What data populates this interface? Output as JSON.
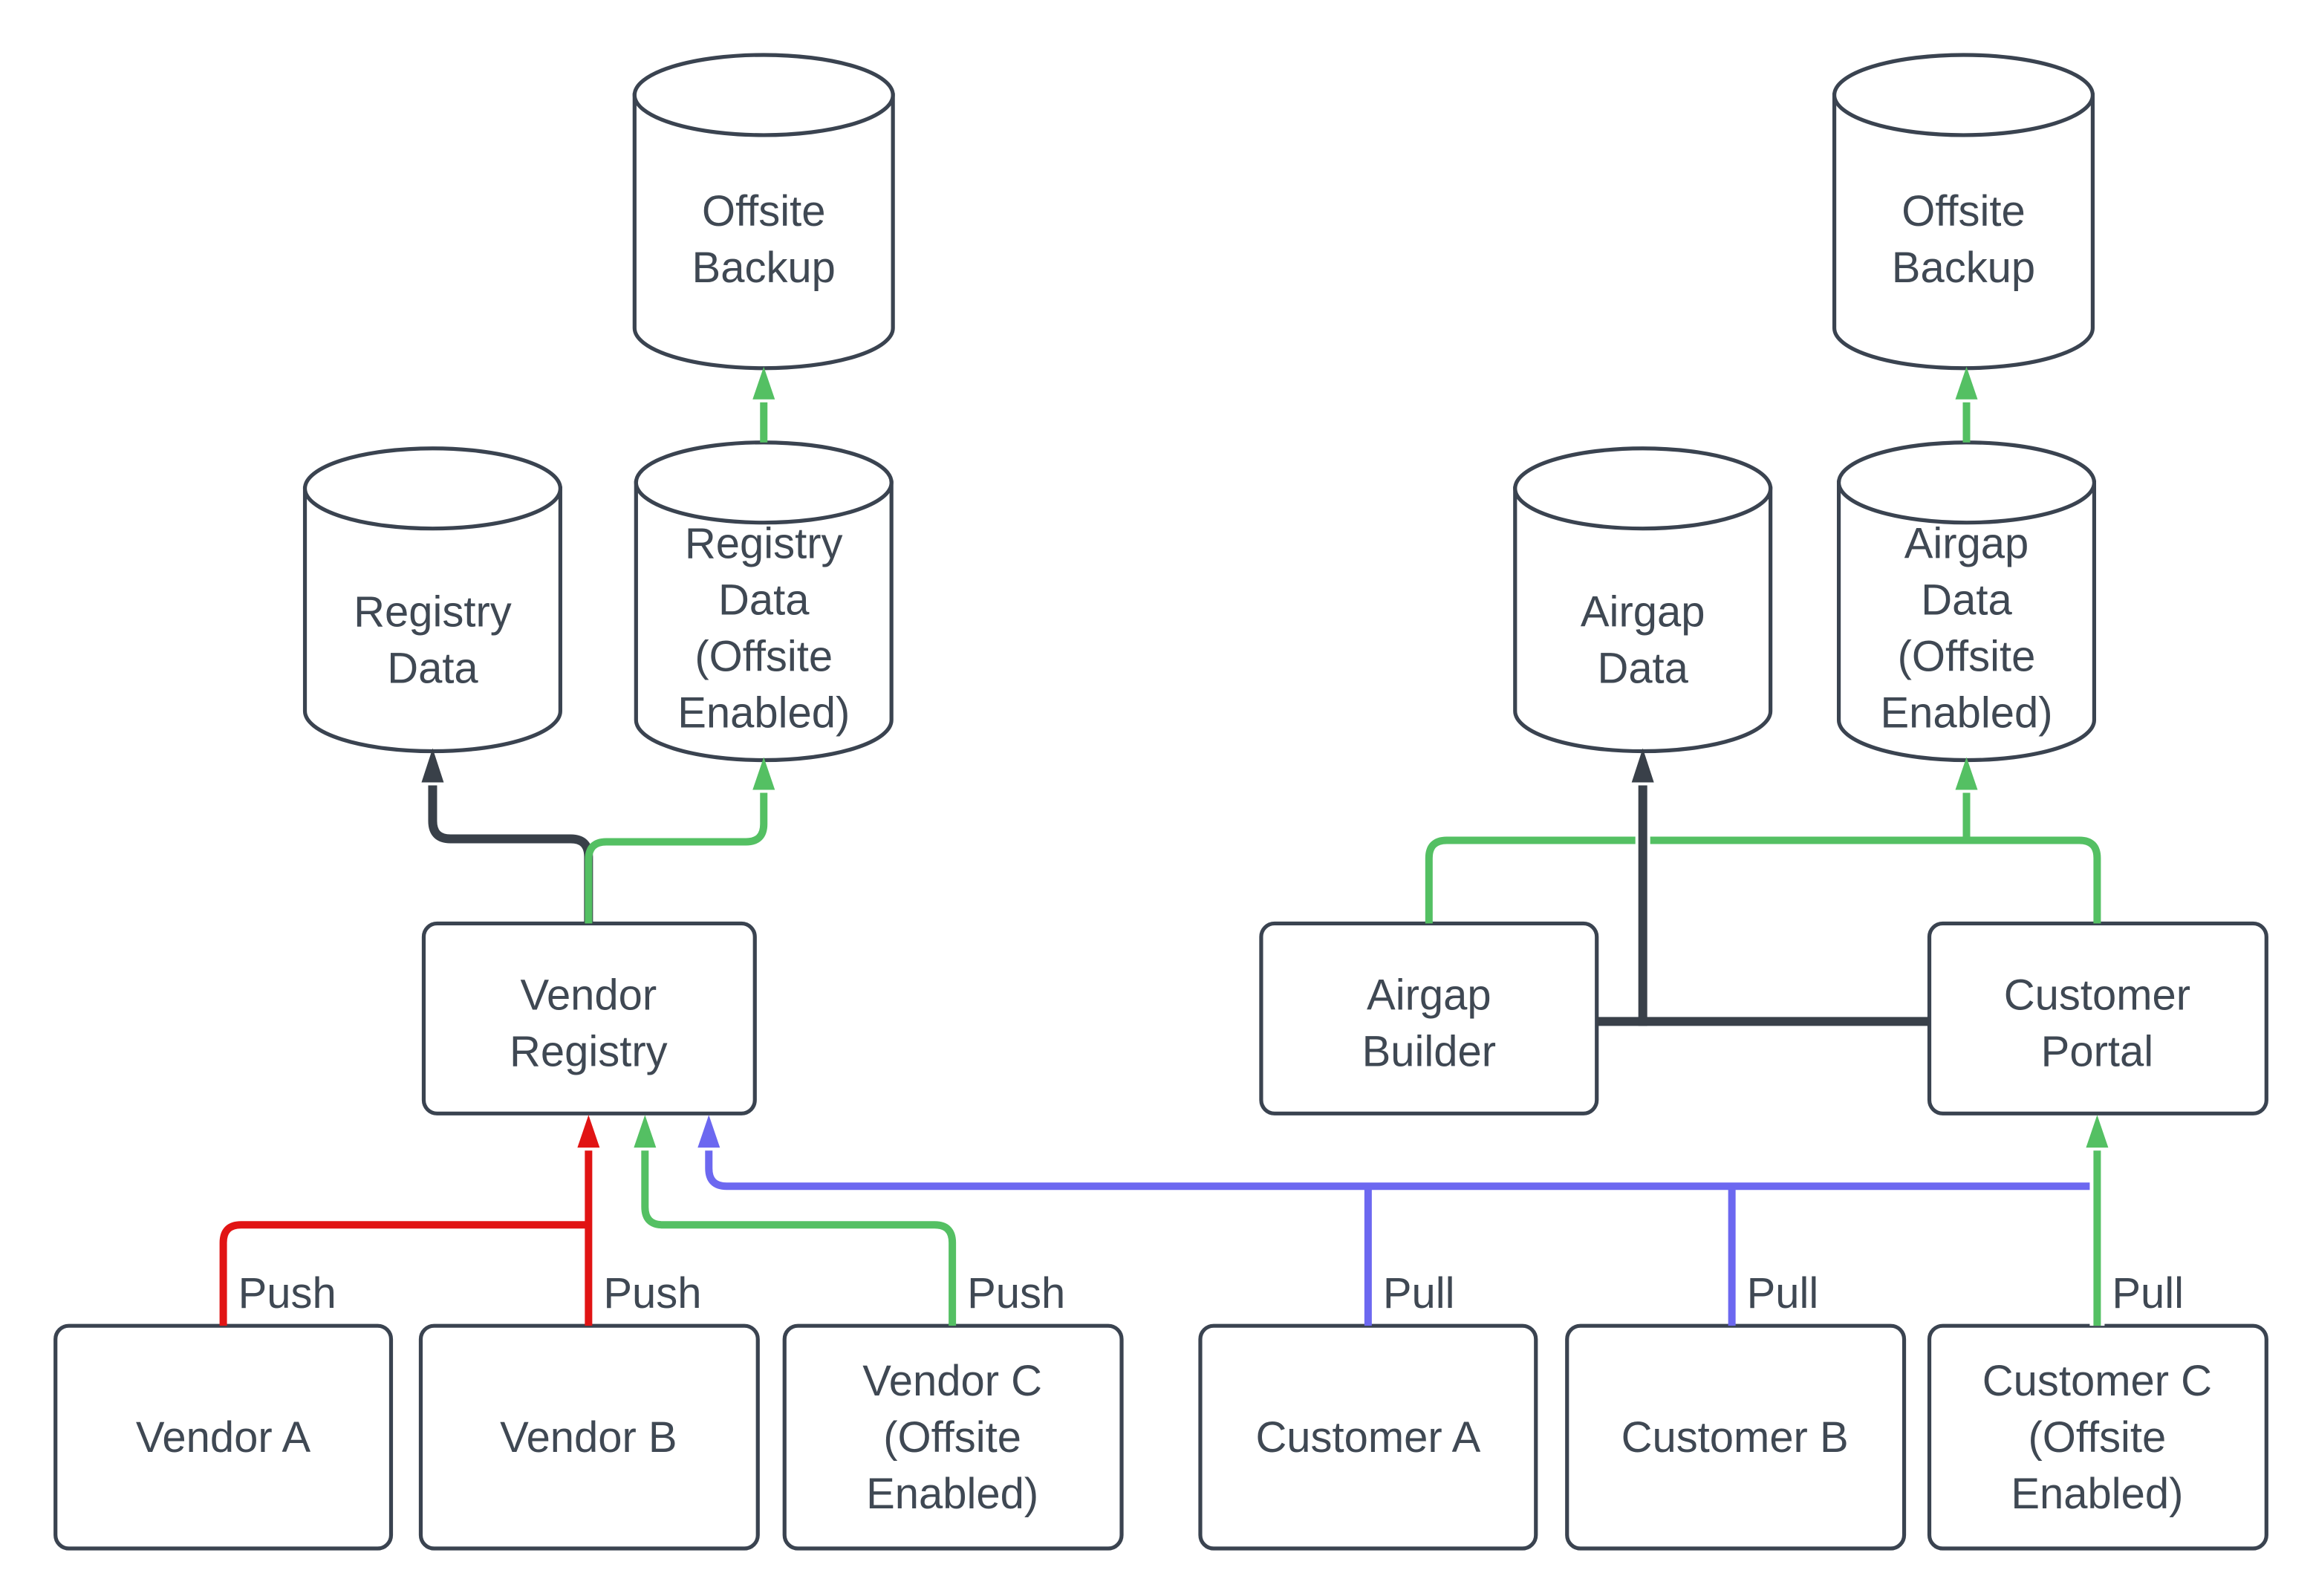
{
  "title": "Vendor registry and customer airgap data flow diagram",
  "colors": {
    "background": "#ffffff",
    "node_border": "#3A4350",
    "text": "#3F4853",
    "dark_edge": "#394049",
    "green_edge": "#54C063",
    "red_edge": "#E11414",
    "blue_edge": "#6C68F0"
  },
  "nodes": {
    "offsite_backup_left": {
      "type": "cylinder",
      "lines": [
        "Offsite",
        "Backup"
      ]
    },
    "registry_data": {
      "type": "cylinder",
      "lines": [
        "Registry",
        "Data"
      ]
    },
    "registry_data_offsite": {
      "type": "cylinder",
      "lines": [
        "Registry",
        "Data",
        "(Offsite",
        "Enabled)"
      ]
    },
    "airgap_data": {
      "type": "cylinder",
      "lines": [
        "Airgap",
        "Data"
      ]
    },
    "airgap_data_offsite": {
      "type": "cylinder",
      "lines": [
        "Airgap",
        "Data",
        "(Offsite",
        "Enabled)"
      ]
    },
    "offsite_backup_right": {
      "type": "cylinder",
      "lines": [
        "Offsite",
        "Backup"
      ]
    },
    "vendor_registry": {
      "type": "box",
      "lines": [
        "Vendor",
        "Registry"
      ]
    },
    "airgap_builder": {
      "type": "box",
      "lines": [
        "Airgap",
        "Builder"
      ]
    },
    "customer_portal": {
      "type": "box",
      "lines": [
        "Customer",
        "Portal"
      ]
    },
    "vendor_a": {
      "type": "box",
      "lines": [
        "Vendor A"
      ]
    },
    "vendor_b": {
      "type": "box",
      "lines": [
        "Vendor B"
      ]
    },
    "vendor_c": {
      "type": "box",
      "lines": [
        "Vendor C",
        "(Offsite",
        "Enabled)"
      ]
    },
    "customer_a": {
      "type": "box",
      "lines": [
        "Customer A"
      ]
    },
    "customer_b": {
      "type": "box",
      "lines": [
        "Customer B"
      ]
    },
    "customer_c": {
      "type": "box",
      "lines": [
        "Customer C",
        "(Offsite",
        "Enabled)"
      ]
    }
  },
  "edge_labels": {
    "vendor_a_push": "Push",
    "vendor_b_push": "Push",
    "vendor_c_push": "Push",
    "customer_a_pull": "Pull",
    "customer_b_pull": "Pull",
    "customer_c_pull": "Pull"
  },
  "edges": [
    {
      "from": "vendor_a",
      "to": "vendor_registry",
      "label": "Push",
      "color": "red"
    },
    {
      "from": "vendor_b",
      "to": "vendor_registry",
      "label": "Push",
      "color": "red"
    },
    {
      "from": "vendor_c",
      "to": "vendor_registry",
      "label": "Push",
      "color": "green"
    },
    {
      "from": "customer_a",
      "to": "vendor_registry",
      "label": "Pull",
      "color": "blue"
    },
    {
      "from": "customer_b",
      "to": "vendor_registry",
      "label": "Pull",
      "color": "blue"
    },
    {
      "from": "customer_c",
      "to": "customer_portal",
      "label": "Pull",
      "color": "green"
    },
    {
      "from": "vendor_registry",
      "to": "registry_data",
      "color": "dark"
    },
    {
      "from": "vendor_registry",
      "to": "registry_data_offsite",
      "color": "green"
    },
    {
      "from": "registry_data_offsite",
      "to": "offsite_backup_left",
      "color": "green"
    },
    {
      "from": "airgap_builder",
      "to": "airgap_data",
      "color": "dark"
    },
    {
      "from": "customer_portal",
      "to": "airgap_data",
      "color": "dark"
    },
    {
      "from": "airgap_builder",
      "to": "customer_portal",
      "color": "green"
    },
    {
      "from": "airgap_builder_customer_portal_junction",
      "to": "airgap_data_offsite",
      "color": "green"
    },
    {
      "from": "airgap_data_offsite",
      "to": "offsite_backup_right",
      "color": "green"
    }
  ]
}
